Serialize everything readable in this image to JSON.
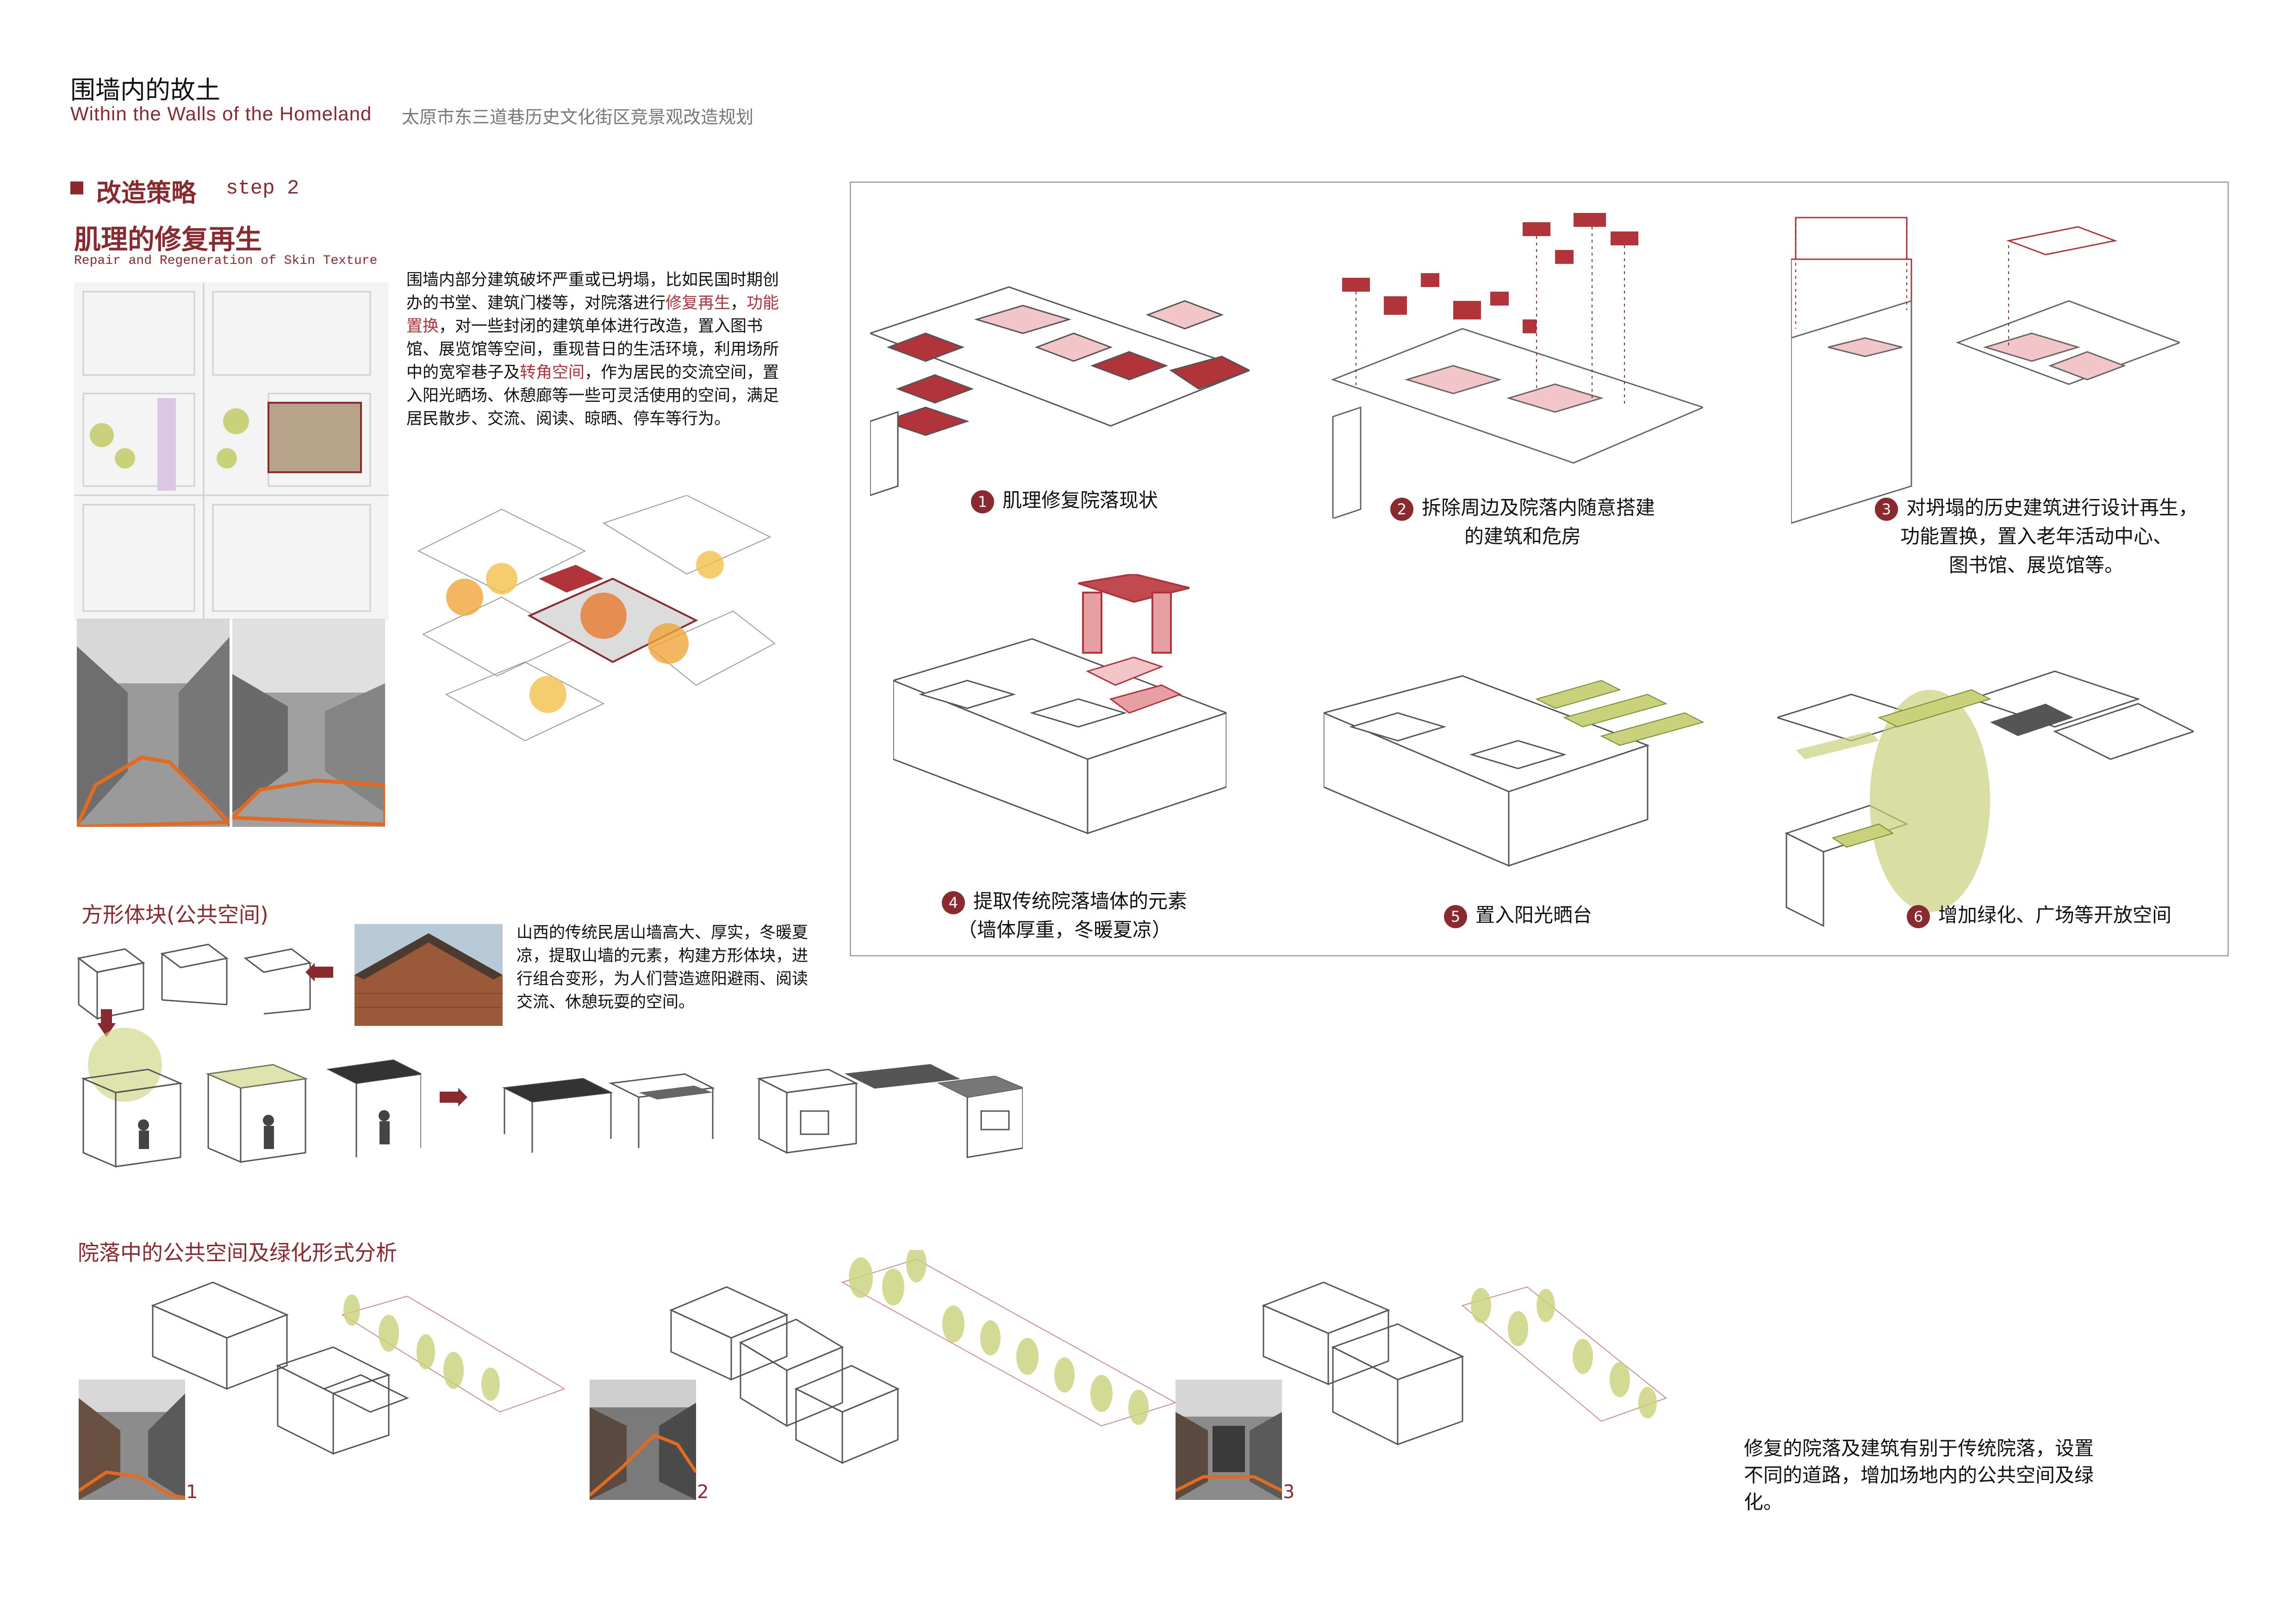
{
  "header": {
    "title_cn": "围墙内的故土",
    "title_en": "Within the Walls of the Homeland",
    "subtitle": "太原市东三道巷历史文化街区竞景观改造规划"
  },
  "section": {
    "heading": "改造策略",
    "step": "step 2",
    "sub_heading": "肌理的修复再生",
    "sub_heading_en": "Repair and Regeneration of Skin Texture"
  },
  "intro": {
    "p1": "围墙内部分建筑破坏严重或已坍塌，比如民国时期创办的书堂、建筑门楼等，对院落进行",
    "hl1": "修复再生",
    "sep1": "，",
    "hl2": "功能置换",
    "p2": "，对一些封闭的建筑单体进行改造，置入图书馆、展览馆等空间，重现昔日的生活环境，利用场所中的宽窄巷子及",
    "hl3": "转角空间",
    "p3": "，作为居民的交流空间，置入阳光晒场、休憩廊等一些可灵活使用的空间，满足居民散步、交流、阅读、晾晒、停车等行为。"
  },
  "steps": [
    {
      "num": "1",
      "text": "肌理修复院落现状"
    },
    {
      "num": "2",
      "text": "拆除周边及院落内随意搭建",
      "text2": "的建筑和危房"
    },
    {
      "num": "3",
      "text": "对坍塌的历史建筑进行设计再生，",
      "text2": "功能置换，置入老年活动中心、",
      "text3": "图书馆、展览馆等。"
    },
    {
      "num": "4",
      "text": "提取传统院落墙体的元素",
      "text2": "（墙体厚重，冬暖夏凉）"
    },
    {
      "num": "5",
      "text": "置入阳光晒台"
    },
    {
      "num": "6",
      "text": "增加绿化、广场等开放空间"
    }
  ],
  "block_section": {
    "heading": "方形体块(公共空间)",
    "text": "山西的传统民居山墙高大、厚实，冬暖夏凉，提取山墙的元素，构建方形体块，进行组合变形，为人们营造遮阳避雨、阅读交流、休憩玩耍的空间。"
  },
  "courtyard_section": {
    "heading": "院落中的公共空间及绿化形式分析",
    "photo_labels": [
      "1",
      "2",
      "3"
    ],
    "text": "修复的院落及建筑有别于传统院落，设置不同的道路，增加场地内的公共空间及绿化。"
  },
  "colors": {
    "accent": "#8a2a2e",
    "pink": "#f2c6c8",
    "green": "#c9d27a",
    "orange": "#e46a1f"
  }
}
